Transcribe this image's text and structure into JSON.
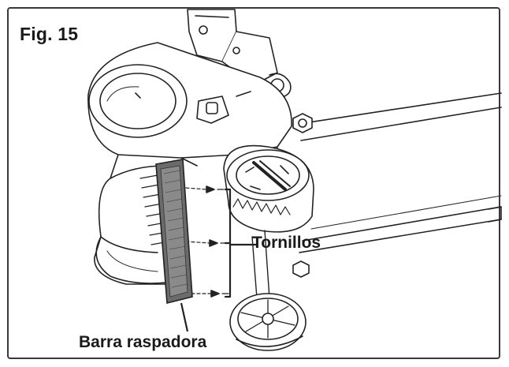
{
  "figure": {
    "label": "Fig. 15",
    "callouts": {
      "screws": "Tornillos",
      "scraper_bar": "Barra raspadora"
    }
  },
  "colors": {
    "line": "#222222",
    "border": "#3a3a3a",
    "bar_fill": "#6b6b6b",
    "shade": "#d9d9d9"
  }
}
